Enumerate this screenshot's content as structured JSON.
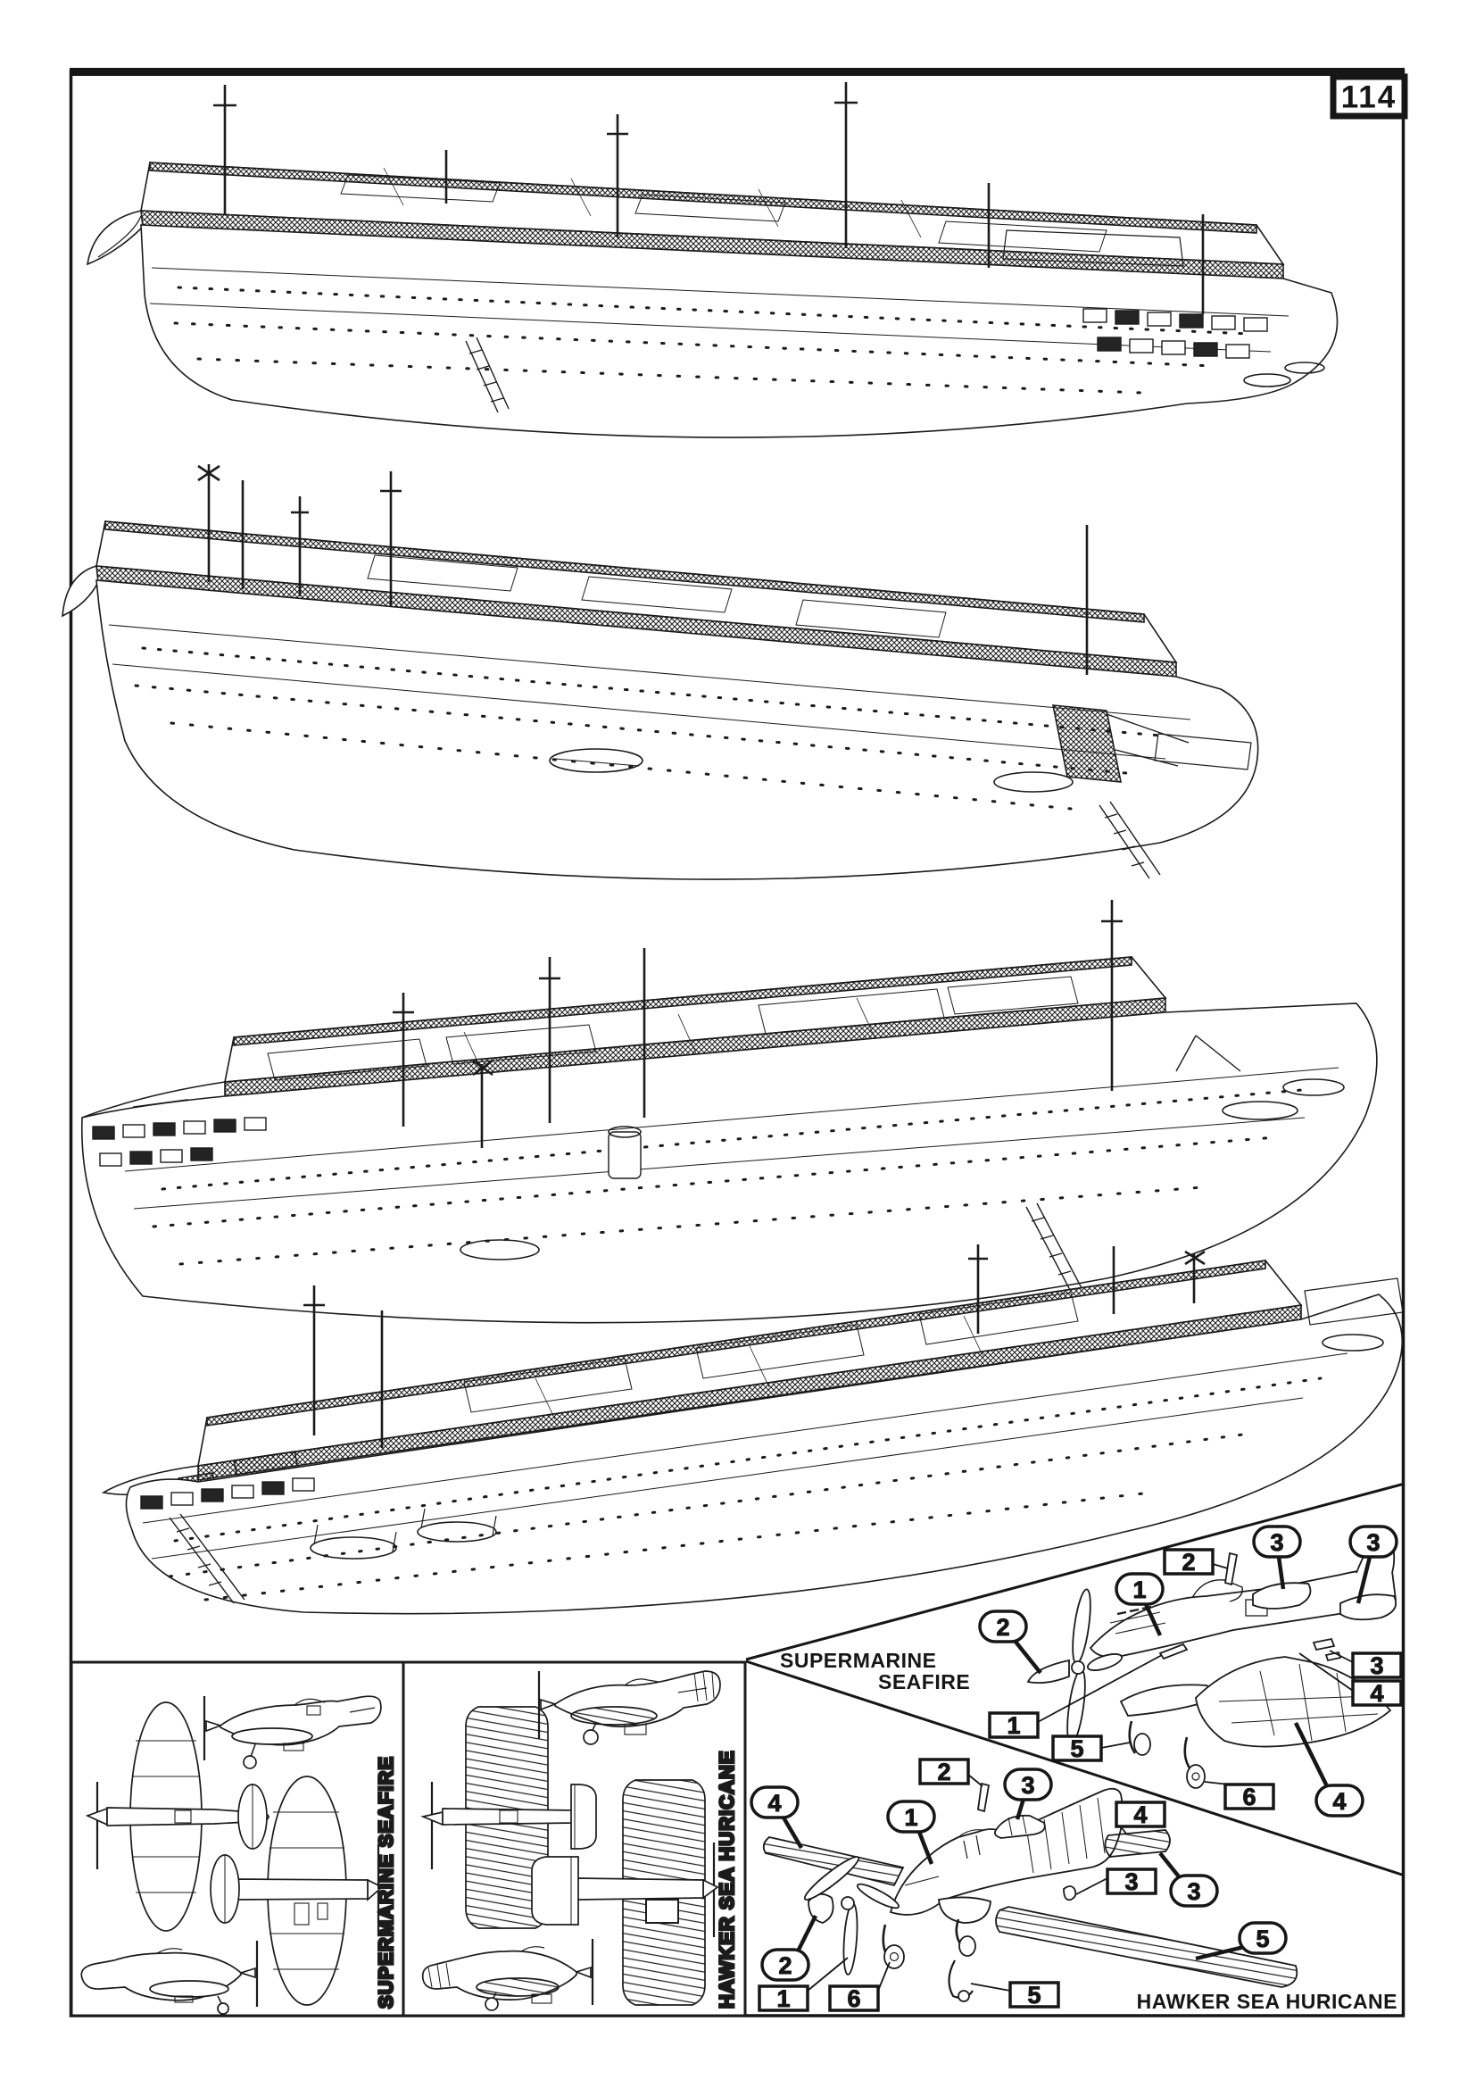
{
  "page": {
    "number": "114"
  },
  "panels": {
    "seafire_views": {
      "label": "SUPERMARINE SEAFIRE"
    },
    "hurricane_views": {
      "label": "HAWKER SEA HURICANE"
    }
  },
  "assembly": {
    "seafire": {
      "title_line1": "SUPERMARINE",
      "title_line2": "SEAFIRE",
      "callouts": [
        {
          "id": "oval-2",
          "shape": "oval",
          "label": "2"
        },
        {
          "id": "oval-1",
          "shape": "oval",
          "label": "1"
        },
        {
          "id": "oval-3a",
          "shape": "oval",
          "label": "3"
        },
        {
          "id": "oval-3b",
          "shape": "oval",
          "label": "3"
        },
        {
          "id": "oval-4",
          "shape": "oval",
          "label": "4"
        },
        {
          "id": "rect-2",
          "shape": "rect",
          "label": "2"
        },
        {
          "id": "rect-1",
          "shape": "rect",
          "label": "1"
        },
        {
          "id": "rect-5",
          "shape": "rect",
          "label": "5"
        },
        {
          "id": "rect-3",
          "shape": "rect",
          "label": "3"
        },
        {
          "id": "rect-4",
          "shape": "rect",
          "label": "4"
        },
        {
          "id": "rect-6",
          "shape": "rect",
          "label": "6"
        }
      ]
    },
    "hurricane": {
      "title": "HAWKER SEA HURICANE",
      "callouts": [
        {
          "id": "oval-4",
          "shape": "oval",
          "label": "4"
        },
        {
          "id": "oval-1",
          "shape": "oval",
          "label": "1"
        },
        {
          "id": "oval-2",
          "shape": "oval",
          "label": "2"
        },
        {
          "id": "oval-3a",
          "shape": "oval",
          "label": "3"
        },
        {
          "id": "oval-3b",
          "shape": "oval",
          "label": "3"
        },
        {
          "id": "oval-5",
          "shape": "oval",
          "label": "5"
        },
        {
          "id": "rect-2",
          "shape": "rect",
          "label": "2"
        },
        {
          "id": "rect-1",
          "shape": "rect",
          "label": "1"
        },
        {
          "id": "rect-6",
          "shape": "rect",
          "label": "6"
        },
        {
          "id": "rect-5",
          "shape": "rect",
          "label": "5"
        },
        {
          "id": "rect-4",
          "shape": "rect",
          "label": "4"
        },
        {
          "id": "rect-3",
          "shape": "rect",
          "label": "3"
        }
      ]
    }
  }
}
